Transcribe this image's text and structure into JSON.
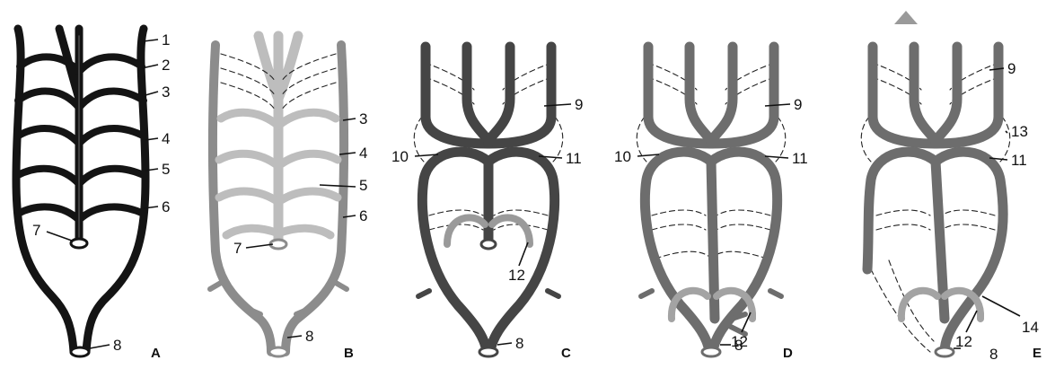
{
  "panels": [
    {
      "id": "A",
      "label": "A",
      "tone": "#141414",
      "highlight": "#6a6a6a"
    },
    {
      "id": "B",
      "label": "B",
      "tone": "#8c8c8c",
      "highlight": "#bdbdbd"
    },
    {
      "id": "C",
      "label": "C",
      "tone": "#454545",
      "highlight": "#8a8a8a"
    },
    {
      "id": "D",
      "label": "D",
      "tone": "#6d6d6d",
      "highlight": "#a3a3a3"
    },
    {
      "id": "E",
      "label": "E",
      "tone": "#6d6d6d",
      "highlight": "#a3a3a3"
    }
  ],
  "labels": {
    "A": [
      "1",
      "2",
      "3",
      "4",
      "5",
      "6",
      "7",
      "8"
    ],
    "B": [
      "3",
      "4",
      "5",
      "6",
      "7",
      "8"
    ],
    "C": [
      "9",
      "10",
      "11",
      "12",
      "8"
    ],
    "D": [
      "9",
      "10",
      "11",
      "12",
      "8"
    ],
    "E": [
      "9",
      "13",
      "11",
      "14",
      "12",
      "8"
    ]
  },
  "colors": {
    "dark": "#141414",
    "mid": "#6d6d6d",
    "light": "#bdbdbd",
    "dashed": "#222222",
    "marker": "#9a9a9a"
  }
}
